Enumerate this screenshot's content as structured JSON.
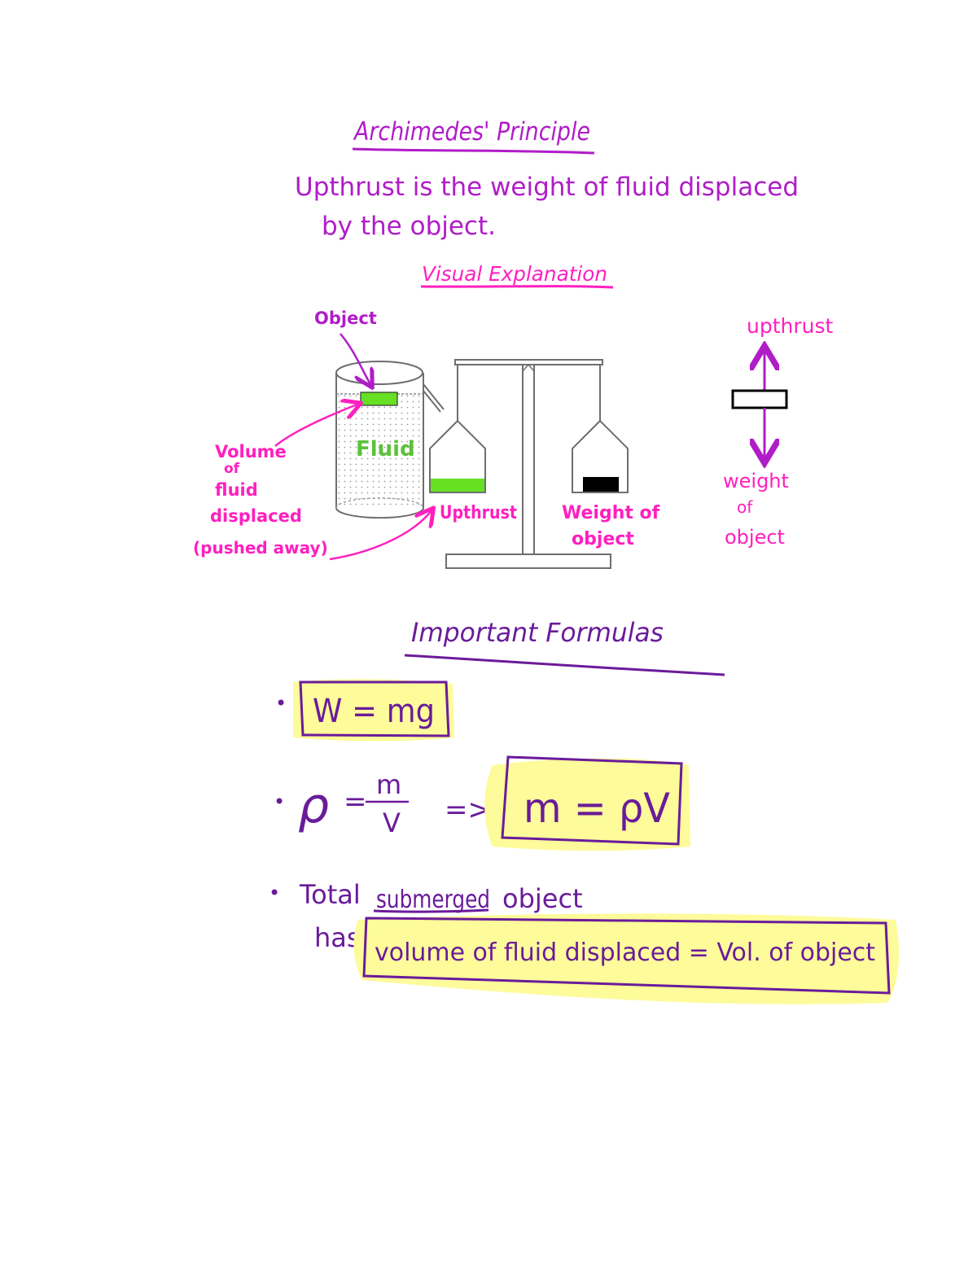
{
  "colors": {
    "title_purple": "#b01cc8",
    "ink_purple": "#6a1b9a",
    "magenta": "#ff1fbf",
    "green": "#66e022",
    "fluid_label_green": "#5cc23a",
    "highlight_yellow": "#fdfb9a",
    "gray": "#7a7a7a"
  },
  "heading": {
    "title": "Archimedes' Principle",
    "statement_line1": "Upthrust is the weight of fluid displaced",
    "statement_line2": "by the object.",
    "visual_title": "Visual Explanation"
  },
  "diagram": {
    "object_label": "Object",
    "fluid_label": "Fluid",
    "volume_label_lines": [
      "Volume",
      "of",
      "fluid",
      "displaced",
      "(pushed away)"
    ],
    "upthrust_label": "Upthrust",
    "weight_label_lines": [
      "Weight of",
      "object"
    ],
    "force_up_label": "upthrust",
    "force_down_label_lines": [
      "weight",
      "of",
      "object"
    ]
  },
  "formulas": {
    "title": "Important Formulas",
    "bullet": "•",
    "f1": "W = mg",
    "f2_rho": "ρ",
    "f2_eq": "=",
    "f2_num": "m",
    "f2_den": "V",
    "f2_arrow": "=>",
    "f2_boxed": "m = ρV",
    "f3_line1_a": "Total",
    "f3_line1_b": "submerged",
    "f3_line1_c": "object",
    "f3_line2_has": "has",
    "f3_boxed": "volume of fluid displaced = Vol. of object"
  }
}
